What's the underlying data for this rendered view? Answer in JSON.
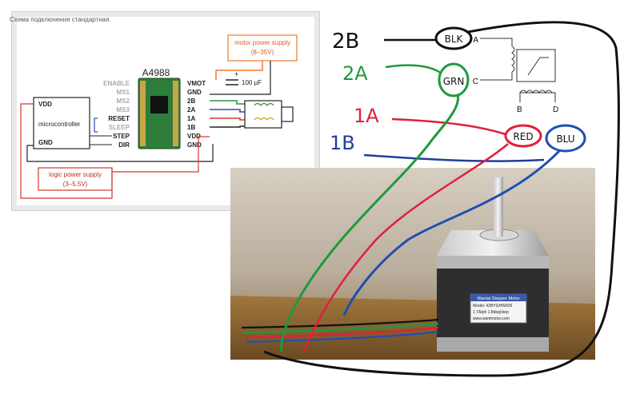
{
  "schematic": {
    "caption": "Схема подключения стандартная.",
    "chip_title": "A4988",
    "left_pins": [
      "ENABLE",
      "MS1",
      "MS2",
      "MS3",
      "RESET",
      "SLEEP",
      "STEP",
      "DIR"
    ],
    "right_pins": [
      "VMOT",
      "GND",
      "2B",
      "2A",
      "1A",
      "1B",
      "VDD",
      "GND"
    ],
    "microcontroller": {
      "label": "microcontroller",
      "vdd": "VDD",
      "gnd": "GND"
    },
    "motor_supply": {
      "line1": "motor power supply",
      "line2": "(8–35V)"
    },
    "logic_supply": {
      "line1": "logic power supply",
      "line2": "(3–5.5V)"
    },
    "capacitor": "100 µF",
    "plus": "+"
  },
  "annotations": {
    "label_2B": "2B",
    "label_2A": "2A",
    "label_1A": "1A",
    "label_1B": "1B"
  },
  "motor_diagram": {
    "wires": [
      "BLK",
      "GRN",
      "RED",
      "BLU"
    ],
    "coil_a_top": "A",
    "coil_a_bottom": "C",
    "coil_b_left": "B",
    "coil_b_right": "D"
  },
  "motor_label": {
    "line1": "Wantai Stepper Motor",
    "line2": "Model: 42BYGHW609",
    "line3": "1.7A/ph 1.8deg/step",
    "line4": "www.wantmotor.com"
  },
  "colors": {
    "black_wire": "#111111",
    "green_wire": "#1e9a3c",
    "red_wire": "#e0203a",
    "blue_wire": "#1f4fb0",
    "accent_red": "#d23a2a",
    "accent_orange": "#f07a2a"
  }
}
